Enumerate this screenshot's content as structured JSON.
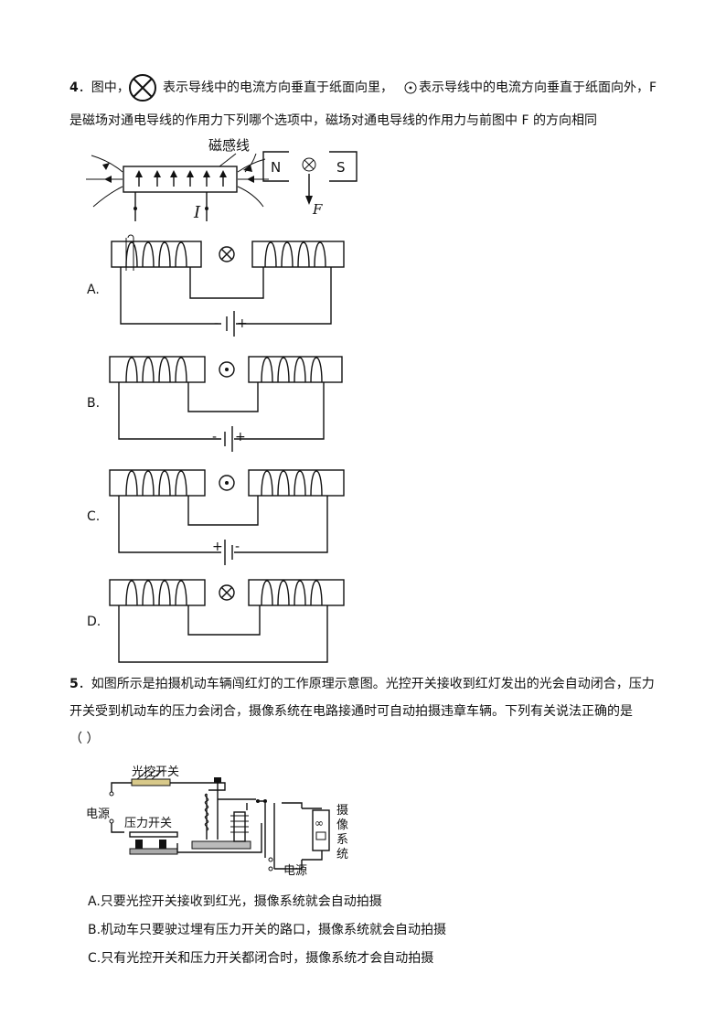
{
  "q4": {
    "number": "4",
    "text_part1": "图中，",
    "text_part2": "表示导线中的电流方向垂直于纸面向里，",
    "text_part3": "表示导线中的电流方向垂直于纸面向外，F",
    "line2": "是磁场对通电导线的作用力下列哪个选项中，磁场对通电导线的作用力与前图中 F 的方向相同",
    "fig_label_field_lines": "磁感线",
    "fig_label_N": "N",
    "fig_label_S": "S",
    "fig_label_F": "F",
    "fig_label_I": "I",
    "options": [
      {
        "label": "A.",
        "current": "in",
        "battery_left": "-",
        "battery_right": "+"
      },
      {
        "label": "B.",
        "current": "out",
        "battery_left": "-",
        "battery_right": "+"
      },
      {
        "label": "C.",
        "current": "out",
        "battery_left": "+",
        "battery_right": "-"
      },
      {
        "label": "D.",
        "current": "in",
        "battery_left": "",
        "battery_right": ""
      }
    ]
  },
  "q5": {
    "number": "5",
    "line1": "如图所示是拍摄机动车辆闯红灯的工作原理示意图。光控开关接收到红灯发出的光会自动闭合，压力",
    "line2": "开关受到机动车的压力会闭合，摄像系统在电路接通时可自动拍摄违章车辆。下列有关说法正确的是",
    "blank": "（      ）",
    "fig_light_switch": "光控开关",
    "fig_power_left": "电源",
    "fig_pressure_switch": "压力开关",
    "fig_power_bottom": "电源",
    "fig_camera": [
      "摄",
      "像",
      "系",
      "统"
    ],
    "options": [
      {
        "label": "A.",
        "text": "只要光控开关接收到红光，摄像系统就会自动拍摄"
      },
      {
        "label": "B.",
        "text": "机动车只要驶过埋有压力开关的路口，摄像系统就会自动拍摄"
      },
      {
        "label": "C.",
        "text": "只有光控开关和压力开关都闭合时，摄像系统才会自动拍摄"
      }
    ]
  }
}
